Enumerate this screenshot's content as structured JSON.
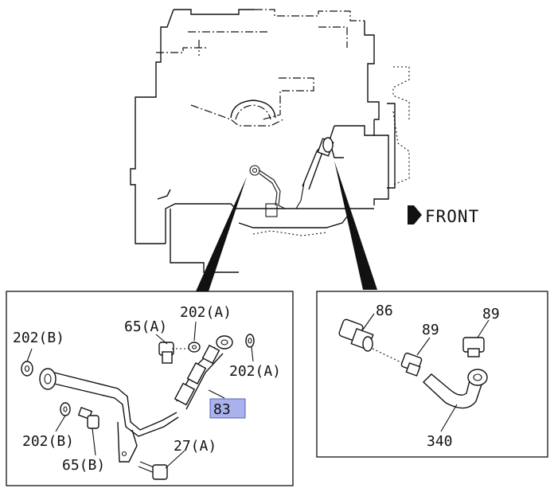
{
  "direction": {
    "label": "FRONT",
    "icon": "arrow-right-icon"
  },
  "callouts": {
    "left": [
      {
        "id": "202b-top",
        "text": "202(B)"
      },
      {
        "id": "65a",
        "text": "65(A)"
      },
      {
        "id": "202a-top",
        "text": "202(A)"
      },
      {
        "id": "202a-right",
        "text": "202(A)"
      },
      {
        "id": "83",
        "text": "83",
        "highlight": "#aab2ee"
      },
      {
        "id": "202b-bottom",
        "text": "202(B)"
      },
      {
        "id": "65b",
        "text": "65(B)"
      },
      {
        "id": "27a",
        "text": "27(A)"
      }
    ],
    "right": [
      {
        "id": "86",
        "text": "86"
      },
      {
        "id": "89-mid",
        "text": "89"
      },
      {
        "id": "89-top",
        "text": "89"
      },
      {
        "id": "340",
        "text": "340"
      }
    ]
  }
}
